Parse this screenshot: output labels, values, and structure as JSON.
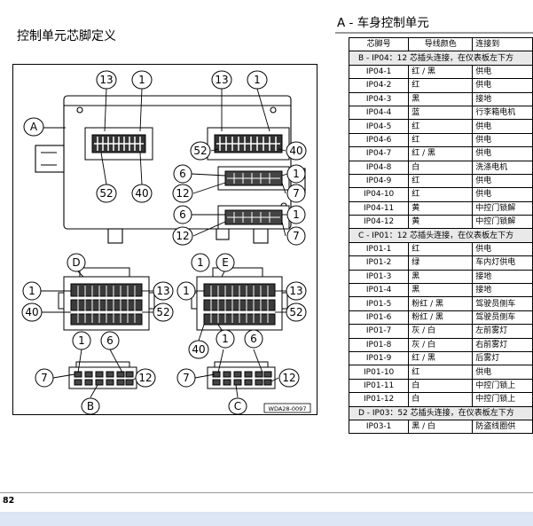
{
  "page": {
    "left_title": "控制单元芯脚定义",
    "right_title": "A - 车身控制单元",
    "page_number": "82"
  },
  "diagram": {
    "image_code": "WDA28-0097",
    "letters": [
      "A",
      "B",
      "C",
      "D",
      "E"
    ],
    "pin_numbers": [
      "1",
      "6",
      "7",
      "12",
      "13",
      "40",
      "52"
    ]
  },
  "table": {
    "headers": [
      "芯脚号",
      "导线颜色",
      "连接到"
    ],
    "rows": [
      {
        "section": "B - IP04：12 芯插头连接，在仪表板左下方"
      },
      {
        "pin": "IP04-1",
        "color": "红 / 黑",
        "to": "供电"
      },
      {
        "pin": "IP04-2",
        "color": "红",
        "to": "供电"
      },
      {
        "pin": "IP04-3",
        "color": "黑",
        "to": "接地"
      },
      {
        "pin": "IP04-4",
        "color": "蓝",
        "to": "行李箱电机"
      },
      {
        "pin": "IP04-5",
        "color": "红",
        "to": "供电"
      },
      {
        "pin": "IP04-6",
        "color": "红",
        "to": "供电"
      },
      {
        "pin": "IP04-7",
        "color": "红 / 黑",
        "to": "供电"
      },
      {
        "pin": "IP04-8",
        "color": "白",
        "to": "洗涤电机"
      },
      {
        "pin": "IP04-9",
        "color": "红",
        "to": "供电"
      },
      {
        "pin": "IP04-10",
        "color": "红",
        "to": "供电"
      },
      {
        "pin": "IP04-11",
        "color": "黄",
        "to": "中控门锁解"
      },
      {
        "pin": "IP04-12",
        "color": "黄",
        "to": "中控门锁解"
      },
      {
        "section": "C - IP01：12 芯插头连接，在仪表板左下方"
      },
      {
        "pin": "IP01-1",
        "color": "红",
        "to": "供电"
      },
      {
        "pin": "IP01-2",
        "color": "绿",
        "to": "车内灯供电"
      },
      {
        "pin": "IP01-3",
        "color": "黑",
        "to": "接地"
      },
      {
        "pin": "IP01-4",
        "color": "黑",
        "to": "接地"
      },
      {
        "pin": "IP01-5",
        "color": "粉红 / 黑",
        "to": "驾驶员侧车"
      },
      {
        "pin": "IP01-6",
        "color": "粉红 / 黑",
        "to": "驾驶员侧车"
      },
      {
        "pin": "IP01-7",
        "color": "灰 / 白",
        "to": "左前雾灯"
      },
      {
        "pin": "IP01-8",
        "color": "灰 / 白",
        "to": "右前雾灯"
      },
      {
        "pin": "IP01-9",
        "color": "红 / 黑",
        "to": "后雾灯"
      },
      {
        "pin": "IP01-10",
        "color": "红",
        "to": "供电"
      },
      {
        "pin": "IP01-11",
        "color": "白",
        "to": "中控门锁上"
      },
      {
        "pin": "IP01-12",
        "color": "白",
        "to": "中控门锁上"
      },
      {
        "section": "D - IP03：52 芯插头连接，在仪表板左下方"
      },
      {
        "pin": "IP03-1",
        "color": "黑 / 白",
        "to": "防盗线圈供"
      }
    ]
  }
}
